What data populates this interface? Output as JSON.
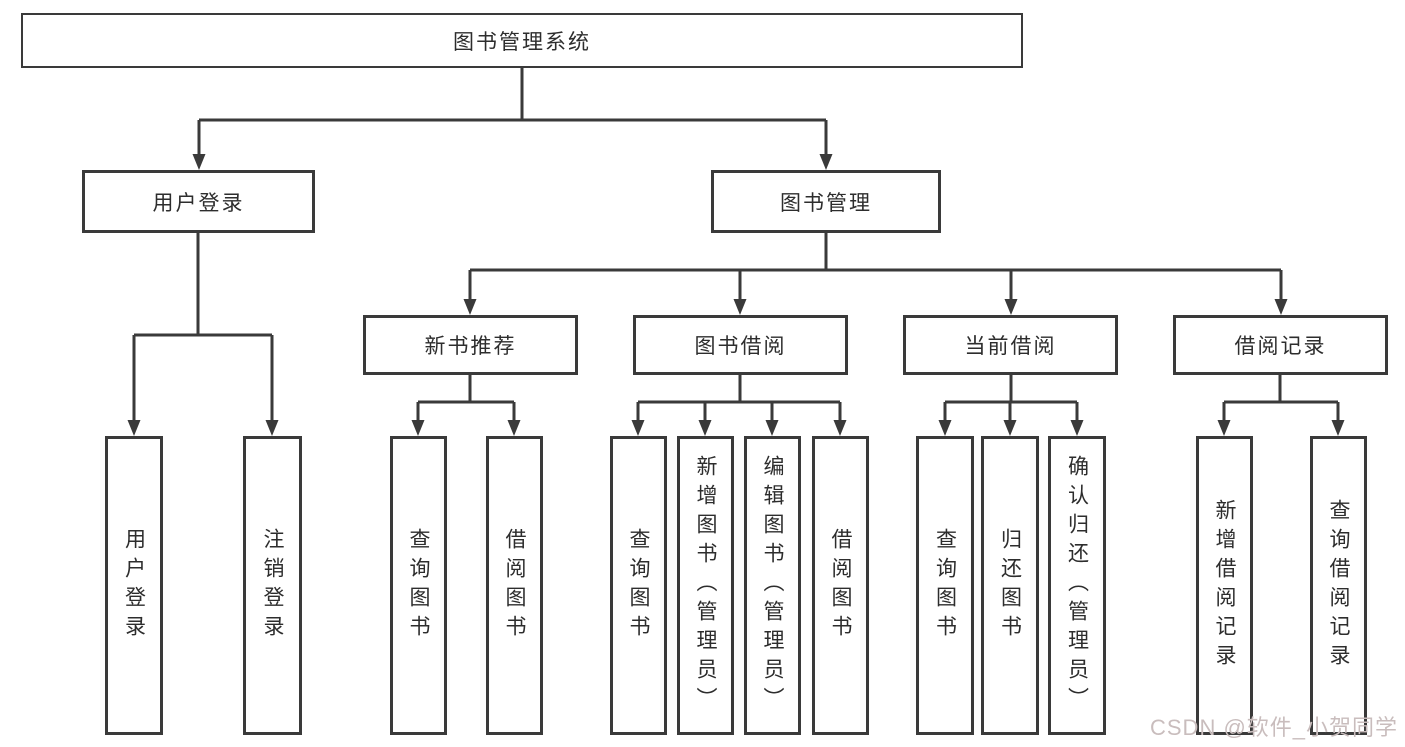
{
  "colors": {
    "line": "#3a3a3a",
    "text": "#2d2d2d",
    "watermark": "#c9bdbd"
  },
  "tree": {
    "root": {
      "label": "图书管理系统"
    },
    "branches": {
      "user": {
        "label": "用户登录",
        "children": [
          {
            "label": "用户登录"
          },
          {
            "label": "注销登录"
          }
        ]
      },
      "book": {
        "label": "图书管理",
        "sections": [
          {
            "label": "新书推荐",
            "children": [
              {
                "label": "查询图书"
              },
              {
                "label": "借阅图书"
              }
            ]
          },
          {
            "label": "图书借阅",
            "children": [
              {
                "label": "查询图书"
              },
              {
                "label": "新增图书（管理员）"
              },
              {
                "label": "编辑图书（管理员）"
              },
              {
                "label": "借阅图书"
              }
            ]
          },
          {
            "label": "当前借阅",
            "children": [
              {
                "label": "查询图书"
              },
              {
                "label": "归还图书"
              },
              {
                "label": "确认归还（管理员）"
              }
            ]
          },
          {
            "label": "借阅记录",
            "children": [
              {
                "label": "新增借阅记录"
              },
              {
                "label": "查询借阅记录"
              }
            ]
          }
        ]
      }
    }
  },
  "watermark": {
    "text": "CSDN @软件_小贺同学"
  }
}
